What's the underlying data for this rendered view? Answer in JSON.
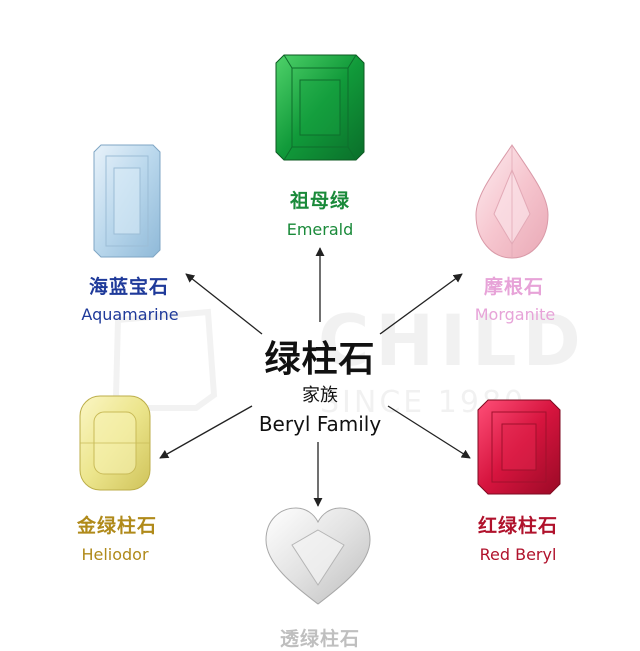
{
  "center": {
    "title": "绿柱石",
    "subtitle": "家族",
    "subtitle_en": "Beryl Family"
  },
  "watermark": {
    "text": "CHILD",
    "subtext": "SINCE 1980"
  },
  "gems": {
    "emerald": {
      "cn": "祖母绿",
      "en": "Emerald",
      "color": "#1a8a3a"
    },
    "aquamarine": {
      "cn": "海蓝宝石",
      "en": "Aquamarine",
      "color": "#1f3a9a"
    },
    "morganite": {
      "cn": "摩根石",
      "en": "Morganite",
      "color": "#e7a3d8"
    },
    "heliodor": {
      "cn": "金绿柱石",
      "en": "Heliodor",
      "color": "#b08a1a"
    },
    "red_beryl": {
      "cn": "红绿柱石",
      "en": "Red Beryl",
      "color": "#b0122c"
    },
    "goshenite": {
      "cn": "透绿柱石",
      "color": "#bfbfbf"
    }
  }
}
